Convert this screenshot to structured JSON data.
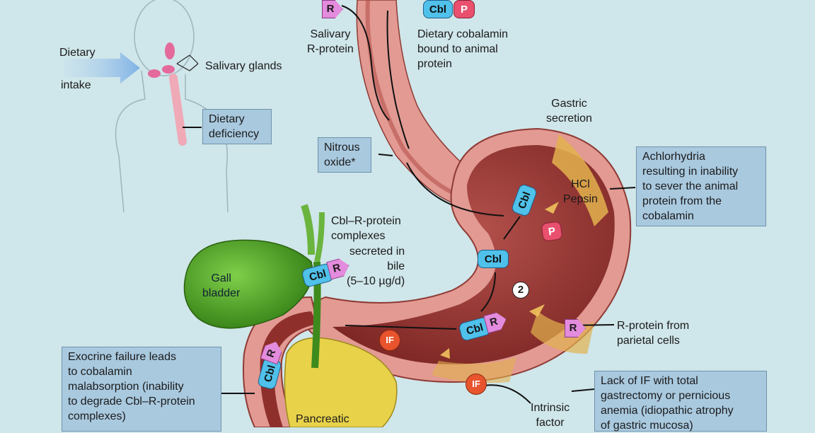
{
  "labels": {
    "dietary": "Dietary",
    "intake": "intake",
    "salivary_glands": "Salivary glands",
    "salivary_rprotein": "Salivary\nR-protein",
    "dietary_cobalamin": "Dietary cobalamin\nbound to animal\nprotein",
    "gastric_secretion": "Gastric\nsecretion",
    "hcl_pepsin": "HCl\nPepsin",
    "cbl_rprotein_complexes": "Cbl–R-protein\ncomplexes",
    "secreted_in_bile": "secreted in\nbile\n(5–10 µg/d)",
    "gall_bladder": "Gall\nbladder",
    "rprotein_parietal": "R-protein from\nparietal cells",
    "intrinsic_factor": "Intrinsic\nfactor",
    "pancreatic": "Pancreatic"
  },
  "callouts": {
    "dietary_deficiency": "Dietary\ndeficiency",
    "nitrous_oxide": "Nitrous\noxide*",
    "achlorhydria": "Achlorhydria\nresulting in inability\nto sever the animal\nprotein from the\ncobalamin",
    "exocrine_failure": "Exocrine failure leads\nto cobalamin\nmalabsorption (inability\nto degrade Cbl–R-protein\ncomplexes)",
    "lack_of_if": "Lack of IF with total\ngastrectomy or pernicious\nanemia (idiopathic atrophy\nof gastric mucosa)"
  },
  "badges": {
    "cbl": "Cbl",
    "p": "P",
    "r": "R",
    "if": "IF",
    "step_2": "2"
  },
  "colors": {
    "background": "#cfe6ea",
    "callout_fill": "#a9c9df",
    "stomach": "#e29a93",
    "stomach_inner": "#8f2f2b",
    "gall_bladder": "#3e9a1d",
    "pancreas": "#e8d24a",
    "cbl": "#4fc1ea",
    "p": "#e8506e",
    "r": "#e38bdc",
    "if": "#e8542d"
  }
}
